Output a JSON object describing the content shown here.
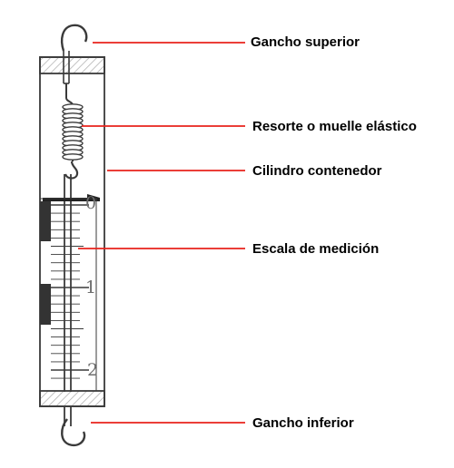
{
  "labels": {
    "top_hook": "Gancho superior",
    "spring": "Resorte o muelle elástico",
    "cylinder": "Cilindro contenedor",
    "scale": "Escala de medición",
    "bottom_hook": "Gancho inferior"
  },
  "scale_numbers": [
    "0",
    "1",
    "2"
  ],
  "colors": {
    "callout_line": "#e8221b",
    "outline": "#3a3a3a",
    "hatch": "#b0b0b0",
    "scale_number": "#6e6e6e",
    "dark_band": "#333333"
  }
}
